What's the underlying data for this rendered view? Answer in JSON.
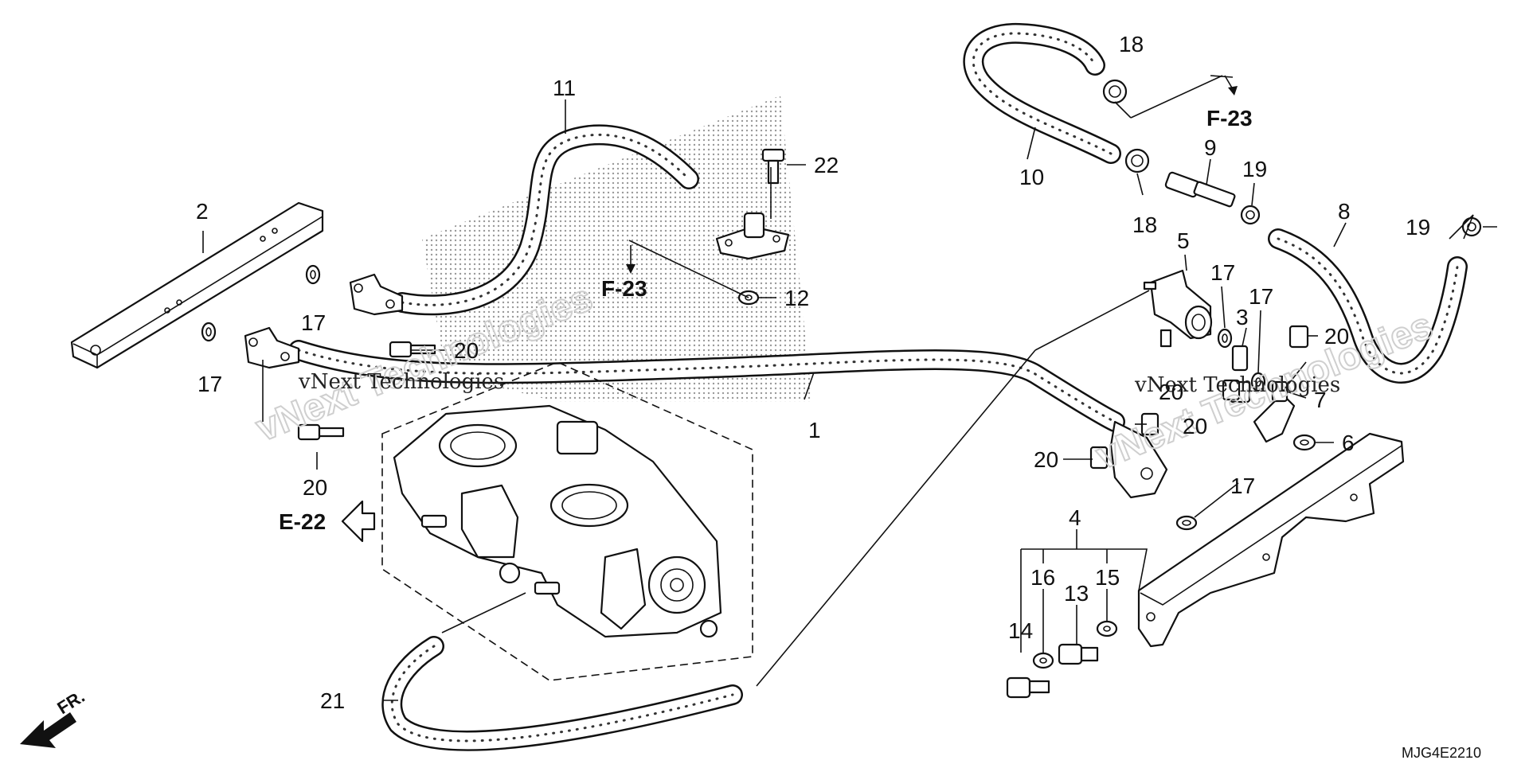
{
  "diagram": {
    "code": "MJG4E2210",
    "direction": "FR.",
    "refs": {
      "e22": "E-22",
      "f23_a": "F-23",
      "f23_b": "F-23"
    },
    "watermark": {
      "line1": "vNext Technologies",
      "line2": "vNext Technologies"
    },
    "callouts": {
      "c1": "1",
      "c2": "2",
      "c3": "3",
      "c4": "4",
      "c5": "5",
      "c6": "6",
      "c7": "7",
      "c8": "8",
      "c9": "9",
      "c10": "10",
      "c11": "11",
      "c12": "12",
      "c13": "13",
      "c14": "14",
      "c15": "15",
      "c16": "16",
      "c17a": "17",
      "c17b": "17",
      "c17c": "17",
      "c17d": "17",
      "c17e": "17",
      "c18a": "18",
      "c18b": "18",
      "c19a": "19",
      "c19b": "19",
      "c20a": "20",
      "c20b": "20",
      "c20c": "20",
      "c20d": "20",
      "c20e": "20",
      "c20f": "20",
      "c21": "21",
      "c22": "22"
    }
  }
}
